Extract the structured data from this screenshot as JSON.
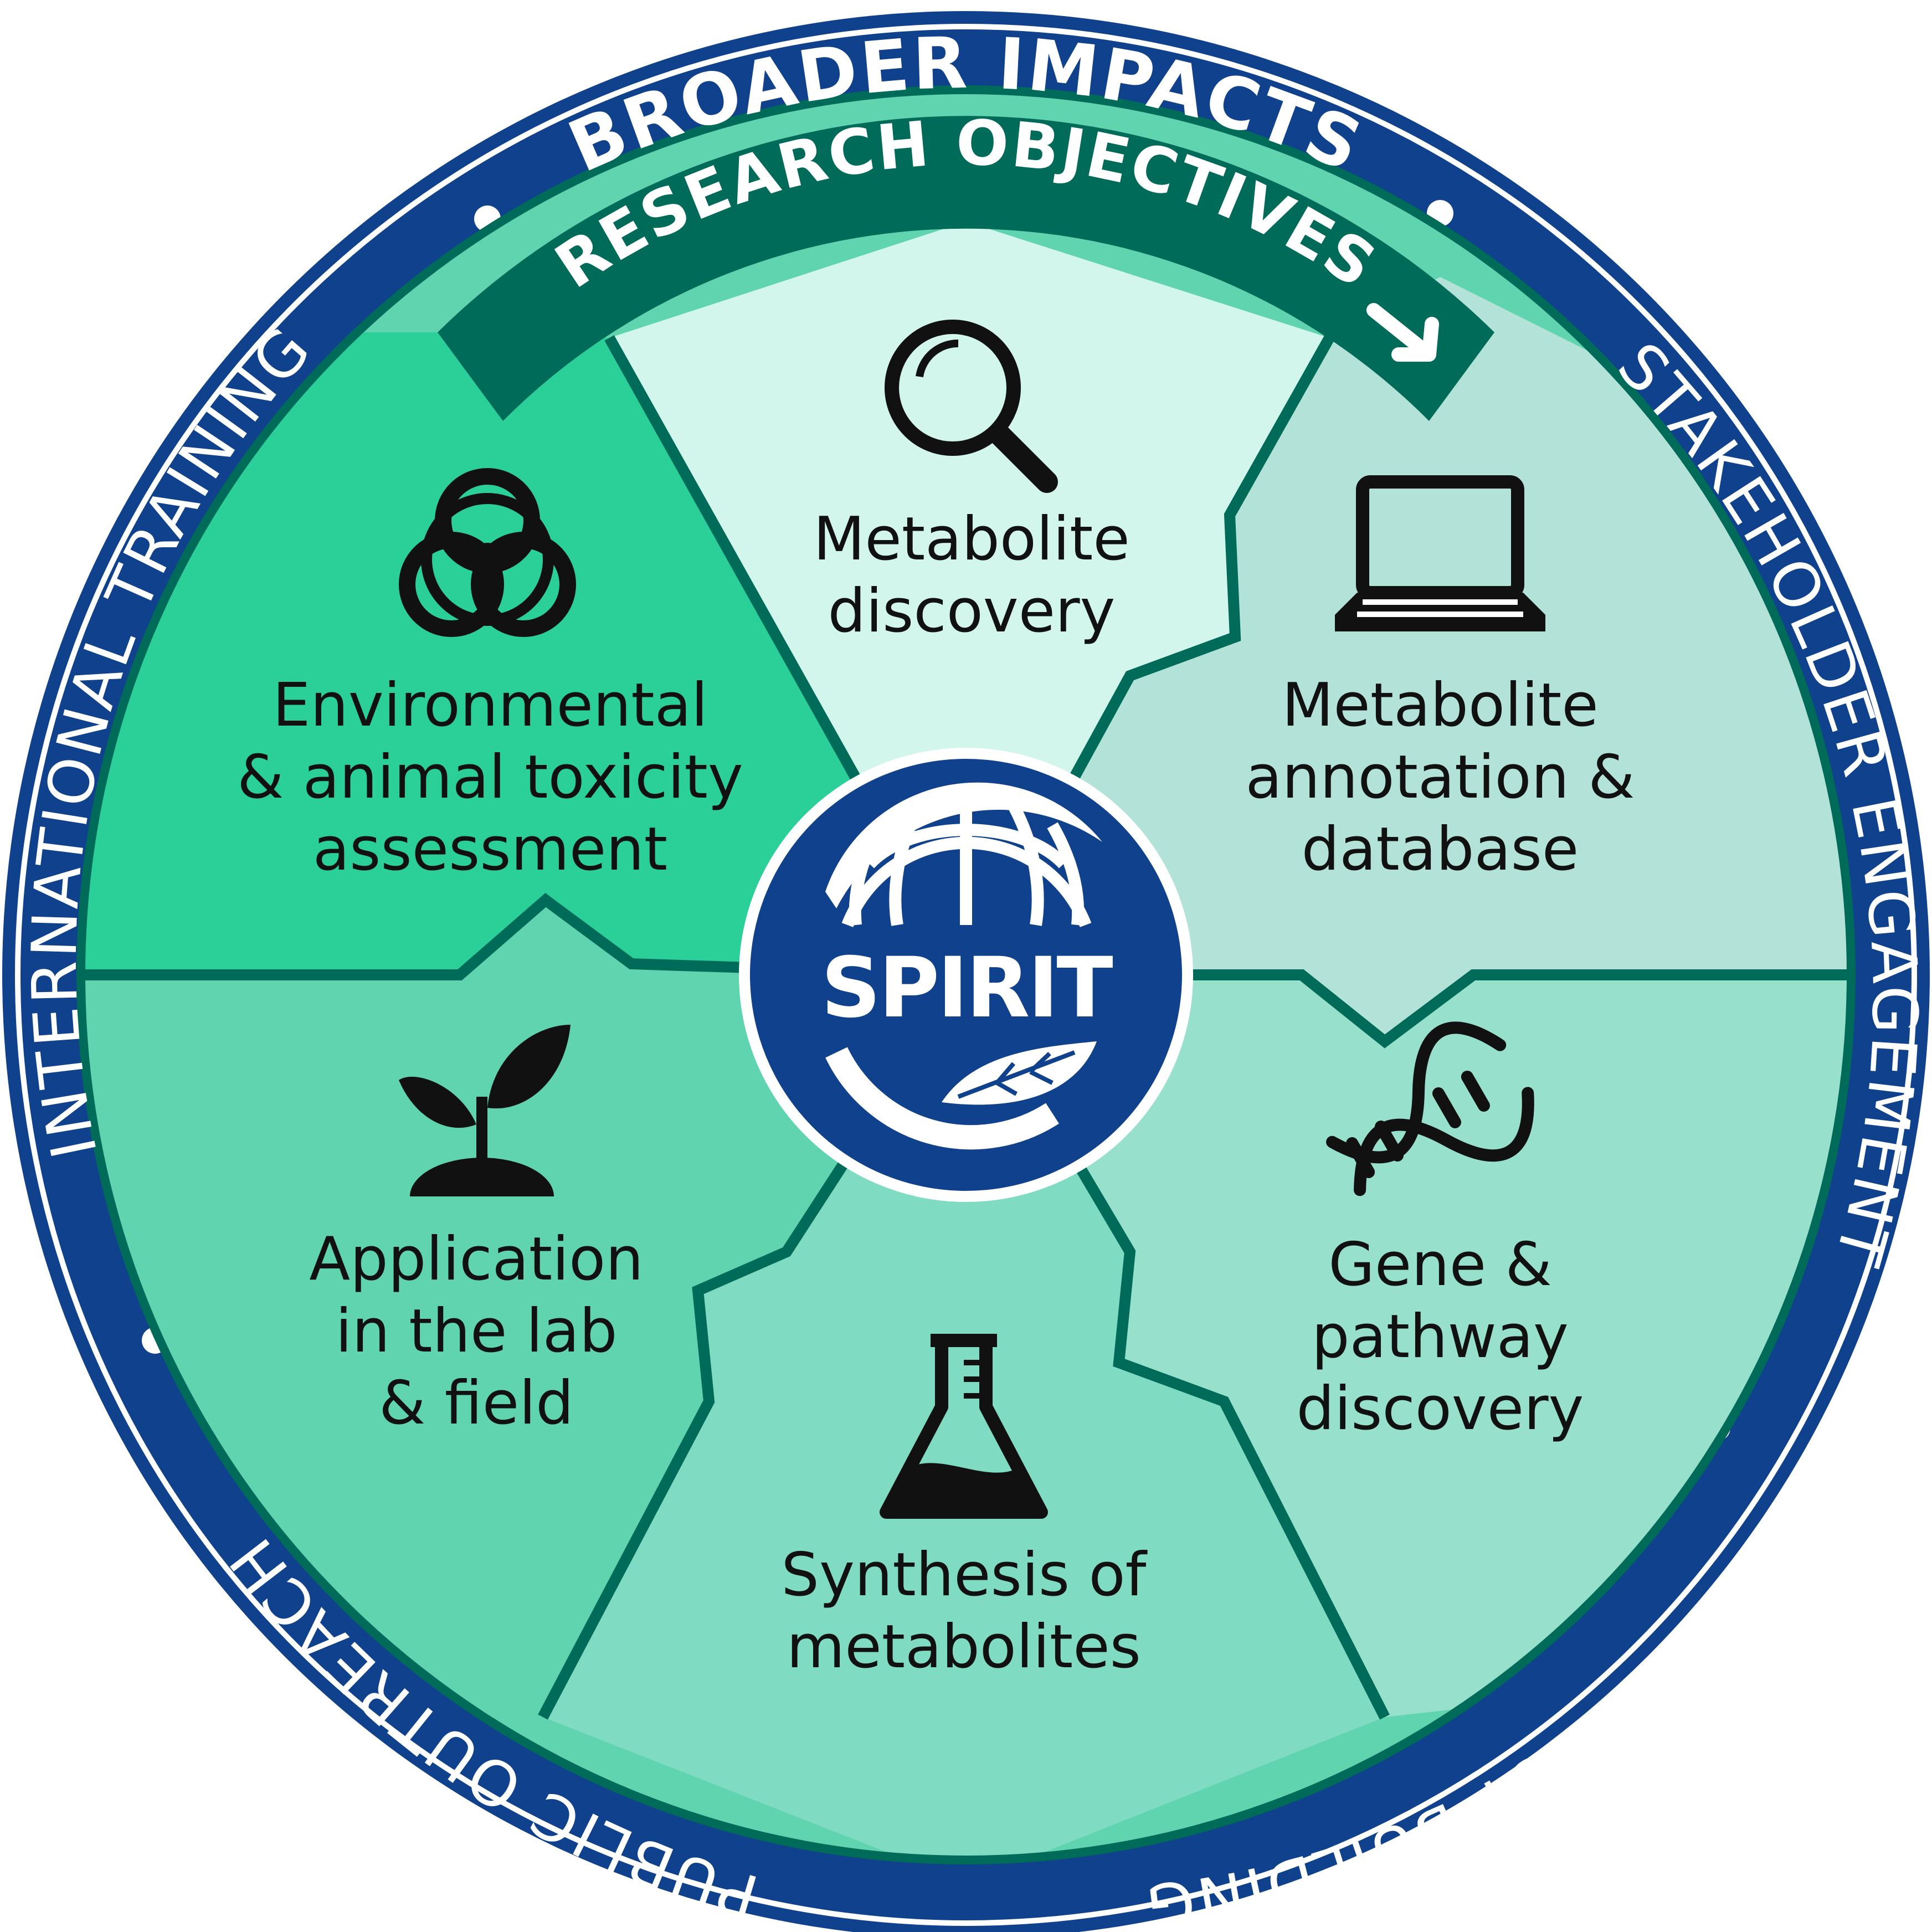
{
  "colors": {
    "outer_ring": "#10418c",
    "divider": "#006b58",
    "segment_env": "#2bcf98",
    "segment_discovery": "#d2f5ec",
    "segment_annotation": "#b3e3d8",
    "segment_gene": "#97e0cb",
    "segment_synthesis": "#7fdbc2",
    "segment_application": "#5fd4ae",
    "hub": "#10418c",
    "icon": "#111111"
  },
  "outer_ring": {
    "title": "BROADER IMPACTS",
    "items": [
      "STAKEHOLDER ENGAGEMENT",
      "TRUST BUILDING",
      "PUBLIC OUTREACH",
      "INTERNATIONAL TRAINING"
    ]
  },
  "band": {
    "title": "RESEARCH OBJECTIVES"
  },
  "hub": {
    "label": "SPIRIT"
  },
  "segments": [
    {
      "id": "discovery",
      "icon": "magnifier-icon",
      "lines": [
        "Metabolite",
        "discovery"
      ]
    },
    {
      "id": "annotation",
      "icon": "laptop-icon",
      "lines": [
        "Metabolite",
        "annotation &",
        "database"
      ]
    },
    {
      "id": "gene",
      "icon": "dna-icon",
      "lines": [
        "Gene &",
        "pathway",
        "discovery"
      ]
    },
    {
      "id": "synthesis",
      "icon": "flask-icon",
      "lines": [
        "Synthesis of",
        "metabolites"
      ]
    },
    {
      "id": "application",
      "icon": "seedling-icon",
      "lines": [
        "Application",
        "in the lab",
        "& field"
      ]
    },
    {
      "id": "environment",
      "icon": "biohazard-icon",
      "lines": [
        "Environmental",
        "& animal toxicity",
        "assessment"
      ]
    }
  ]
}
